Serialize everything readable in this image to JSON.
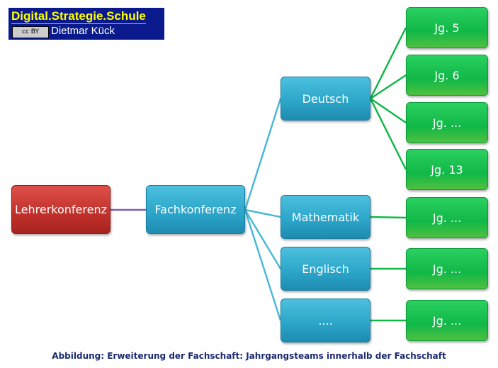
{
  "logo": {
    "title": "Digital.Strategie.Schule",
    "license": "cc BY",
    "author": "Dietmar Kück"
  },
  "nodes": {
    "root": "Lehrerkonferenz",
    "fach": "Fachkonferenz",
    "subjects": [
      "Deutsch",
      "Mathematik",
      "Englisch",
      "...."
    ],
    "years": [
      "Jg. 5",
      "Jg. 6",
      "Jg. ...",
      "Jg. 13",
      "Jg. ...",
      "Jg. ...",
      "Jg. ..."
    ]
  },
  "caption": "Abbildung: Erweiterung der Fachschaft: Jahrgangsteams innerhalb der Fachschaft",
  "colors": {
    "root": "#c0302a",
    "blue": "#2aa4c8",
    "green": "#10b848",
    "purple": "#8060b0"
  }
}
